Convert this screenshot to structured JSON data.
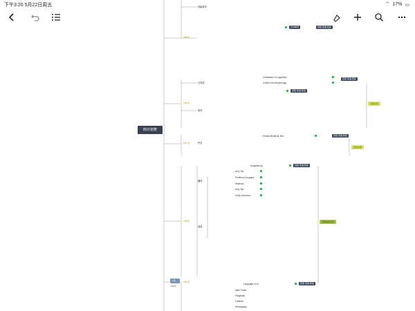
{
  "status_bar": {
    "time": "下午3:20",
    "date": "5月22日周五",
    "battery": "17%"
  },
  "toolbar": {
    "back_icon": "chevron-left-icon",
    "undo_icon": "undo-icon",
    "outline_icon": "list-icon",
    "style_icon": "brush-icon",
    "add_icon": "plus-icon",
    "search_icon": "search-icon",
    "more_icon": "more-icon"
  },
  "map": {
    "root_label": "四计划表",
    "date_labels": [
      "5月5日",
      "5月6日",
      "5月7日",
      "5月8日",
      "5月9日"
    ],
    "pill_labels": [
      "已背单词",
      "四级 英语 阅读",
      "四级 英语 阅读",
      "四级 英语 阅读",
      "四级 英语 阅读",
      "四级 英语 阅读",
      "四级 英语 阅读"
    ],
    "summary_tags": [
      "四级总结",
      "四级总结",
      "四级总结完成"
    ],
    "list_items": [
      "Amy Tan",
      "Frederick Douglass",
      "Whitman",
      "Amy Tan",
      "Emily Dickinson",
      "Mark Twain",
      "Fitzgerald",
      "Faulkner",
      "Hemingway"
    ],
    "branch_labels": [
      "四级单词",
      "已完成",
      "单词",
      "作文",
      "翻译",
      "阅读"
    ],
    "link_labels": [
      "Civilization in Linguistics",
      "Culture and Morphology",
      "Feudal Medieval Text",
      "Enlightening",
      "Language of Lit"
    ],
    "bottom_node": "2月",
    "bottom_sub": "week"
  },
  "colors": {
    "root_bg": "#3a4252",
    "pill_bg": "#3a4658",
    "green": "#2db84a",
    "date_yellow": "#b89a00",
    "tag_green": "#c8d830"
  }
}
